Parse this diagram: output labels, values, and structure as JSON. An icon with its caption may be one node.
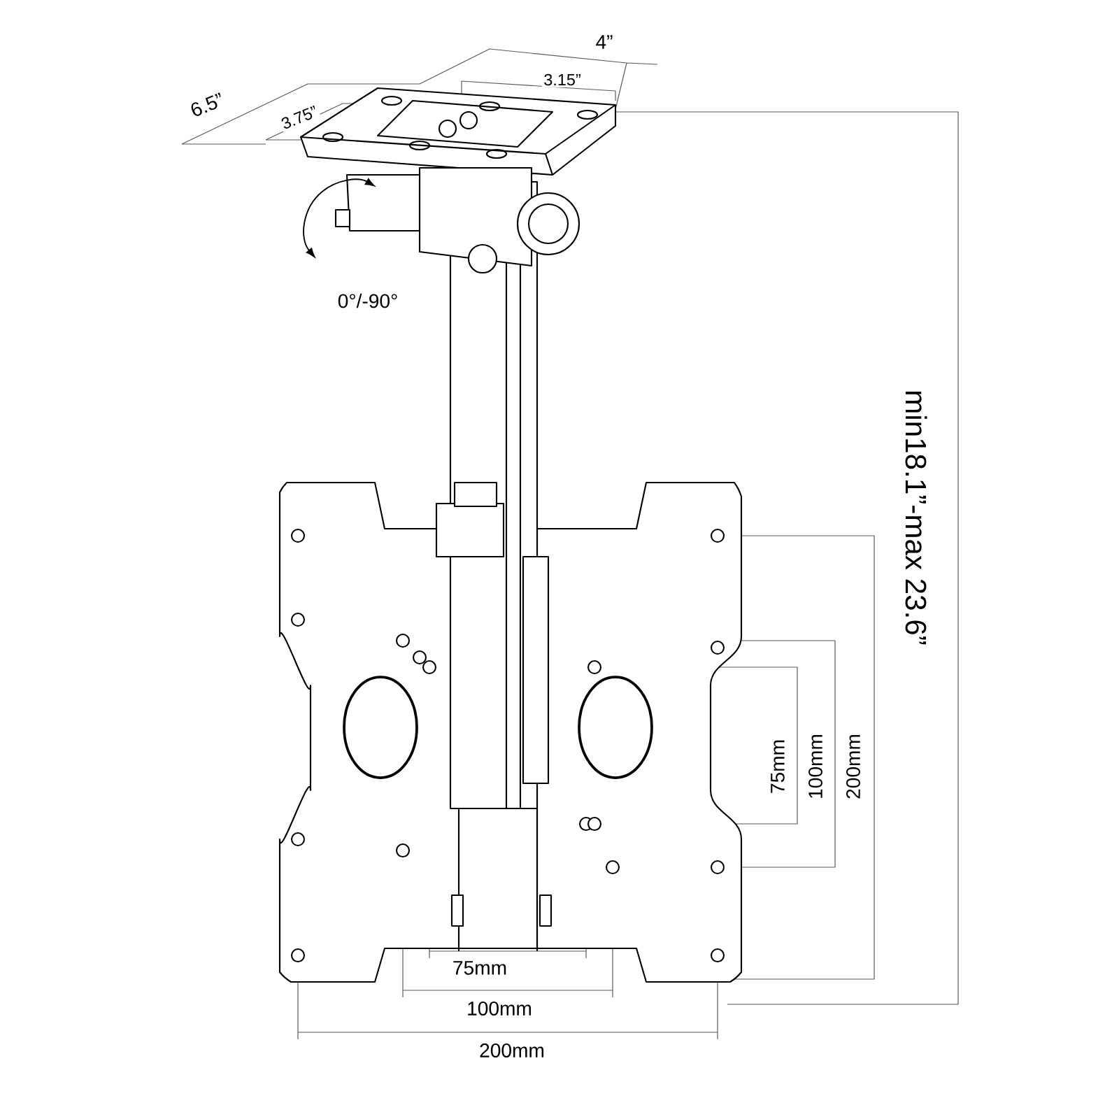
{
  "diagram": {
    "labels": [
      "4”",
      "3.15”",
      "6.5”",
      "3.75”",
      "0°/-90°",
      "min18.1”-max 23.6”",
      "75mm",
      "100mm",
      "200mm",
      "75mm",
      "100mm",
      "200mm"
    ]
  }
}
